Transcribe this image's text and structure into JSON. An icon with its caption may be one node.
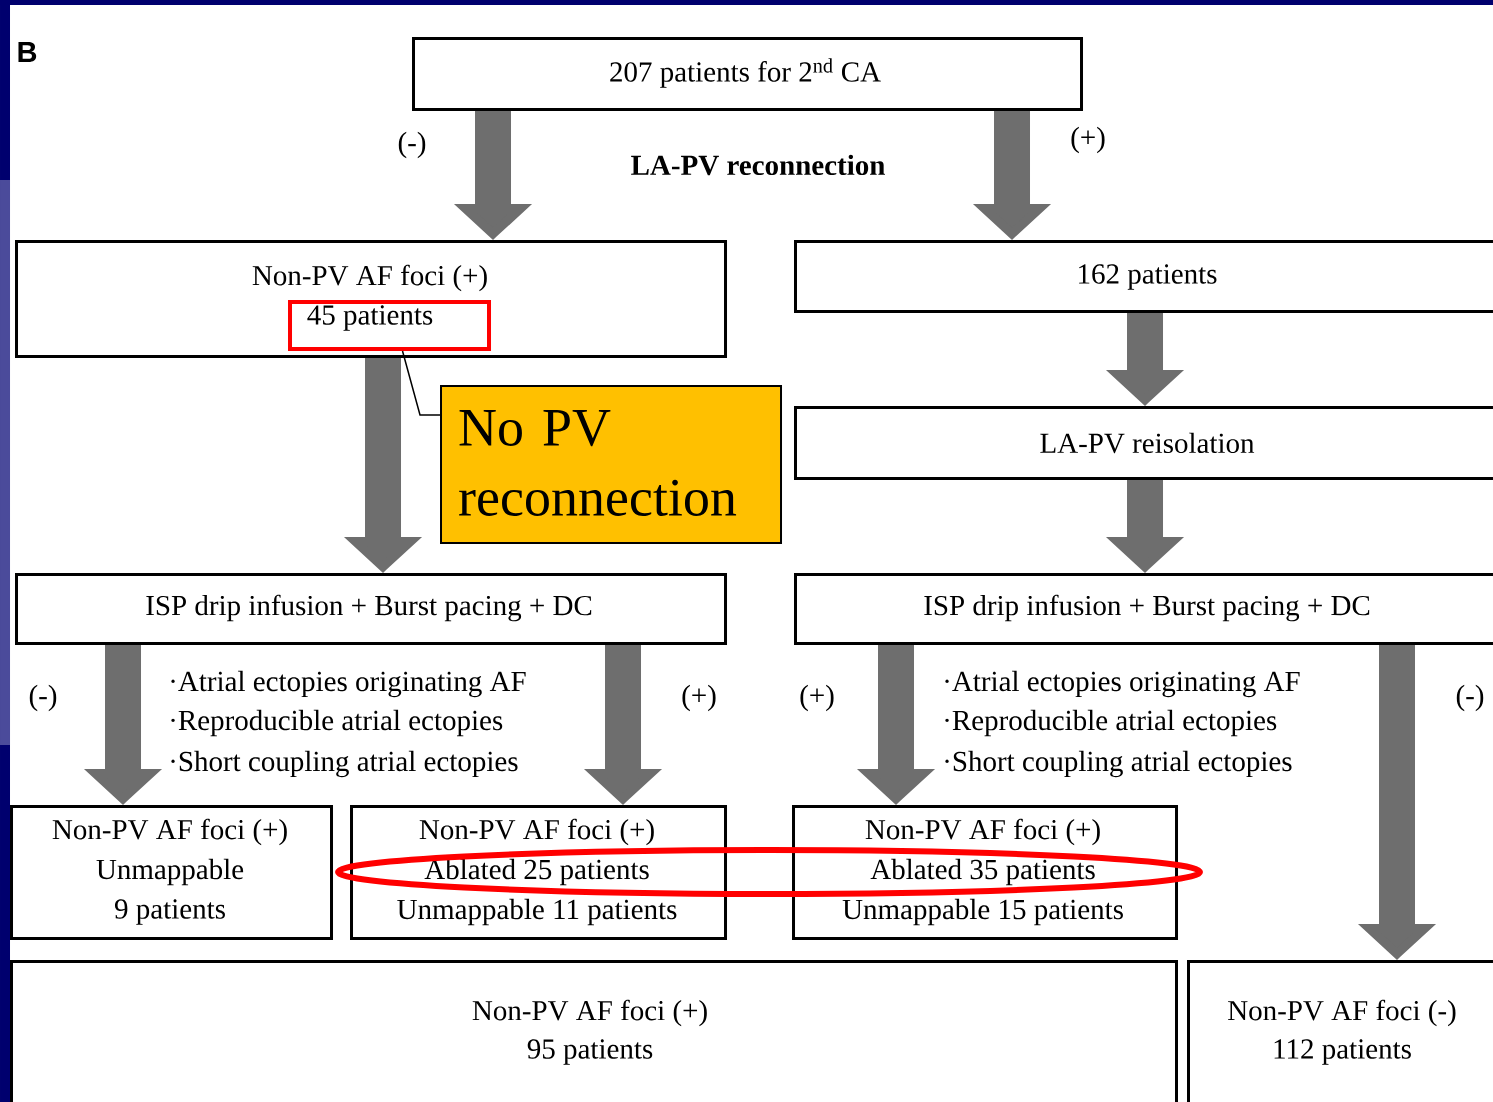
{
  "diagram": {
    "nodes": [
      {
        "text": [
          "207 patients for 2$^{nd}$ CA"
        ]
      },
      {
        "text": [
          "Non-PV AF foci (+)"
        ]
      },
      {
        "text": [
          "45 patients"
        ],
        "in": 1
      },
      {
        "text": [
          "No PV reconnection"
        ]
      },
      {
        "text": [
          "162 patients"
        ]
      },
      {
        "text": [
          "LA-PV reisolation"
        ]
      },
      {
        "text": [
          "ISP drip infusion + Burst pacing + DC"
        ]
      },
      {
        "text": [
          "ISP drip infusion + Burst pacing + DC"
        ]
      },
      {
        "text": [
          "Non-PV AF foci (+)",
          "Unmappable",
          "9 patients"
        ]
      },
      {
        "text": [
          "Non-PV AF foci (+)",
          "Ablated 25 patients",
          "Unmappable 11 patients"
        ]
      },
      {
        "text": [
          "Non-PV AF foci (+)",
          "Ablated 35 patients",
          "Unmappable 15 patients"
        ]
      },
      {
        "text": [
          "Non-PV AF foci (+)",
          "95 patients"
        ]
      },
      {
        "text": [
          "Non-PV AF foci (-)",
          "112 patients"
        ]
      }
    ],
    "edges": [
      {
        "from": 0,
        "to": 1,
        "arrow": "to",
        "label": "(-)"
      },
      {
        "from": 0,
        "to": 4,
        "arrow": "to",
        "label": "(+)"
      },
      {
        "from": 1,
        "to": 6,
        "arrow": "to"
      },
      {
        "from": 4,
        "to": 5,
        "arrow": "to"
      },
      {
        "from": 5,
        "to": 7,
        "arrow": "to"
      },
      {
        "from": 6,
        "to": 8,
        "arrow": "to",
        "label": "(-)"
      },
      {
        "from": 6,
        "to": 9,
        "arrow": "to",
        "label": "(+)"
      },
      {
        "from": 7,
        "to": 10,
        "arrow": "to",
        "label": "(+)"
      },
      {
        "from": 7,
        "to": 12,
        "arrow": "to",
        "label": "(-)"
      },
      {
        "from": 3,
        "to": 2,
        "arrow": "none",
        "color": "#000000"
      }
    ],
    "labels": [
      "B",
      "LA-PV reconnection",
      "·Atrial ectopies originating AF",
      "·Reproducible atrial ectopies",
      "·Short coupling atrial ectopies",
      "·Atrial ectopies originating AF",
      "·Reproducible atrial ectopies",
      "·Short coupling atrial ectopies"
    ]
  }
}
